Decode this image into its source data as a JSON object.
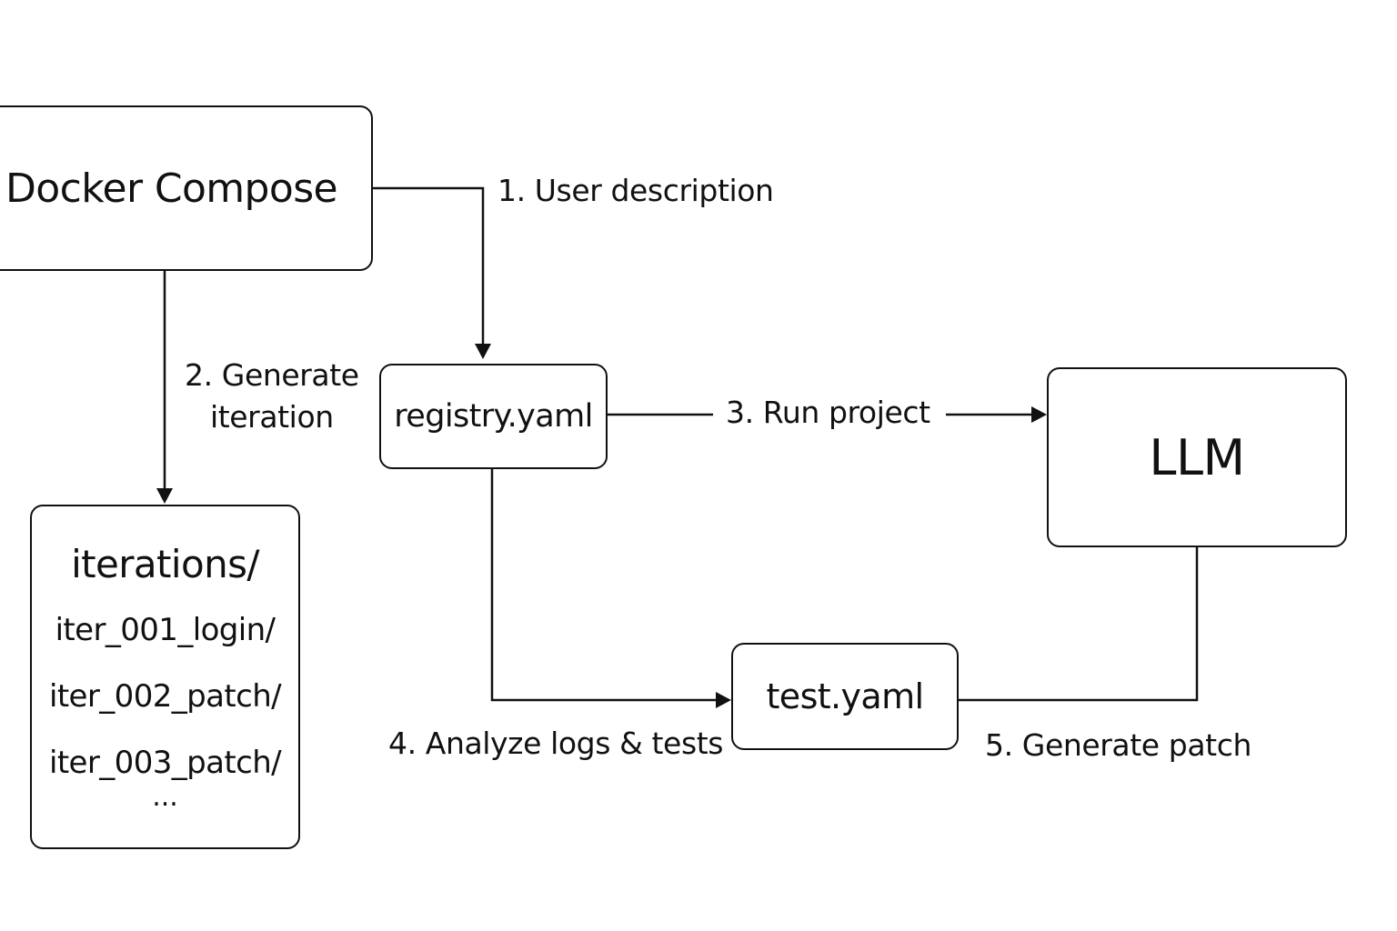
{
  "nodes": {
    "docker_compose": "Docker Compose",
    "registry": "registry.yaml",
    "llm": "LLM",
    "test": "test.yaml",
    "iterations": {
      "title": "iterations/",
      "items": [
        "iter_001_login/",
        "iter_002_patch/",
        "iter_003_patch/"
      ],
      "more": "..."
    }
  },
  "edges": {
    "step1": "1. User description",
    "step2_line1": "2. Generate",
    "step2_line2": "iteration",
    "step3": "3. Run project",
    "step4": "4. Analyze logs & tests",
    "step5": "5. Generate patch"
  },
  "colors": {
    "stroke": "#111111",
    "background": "#ffffff"
  }
}
